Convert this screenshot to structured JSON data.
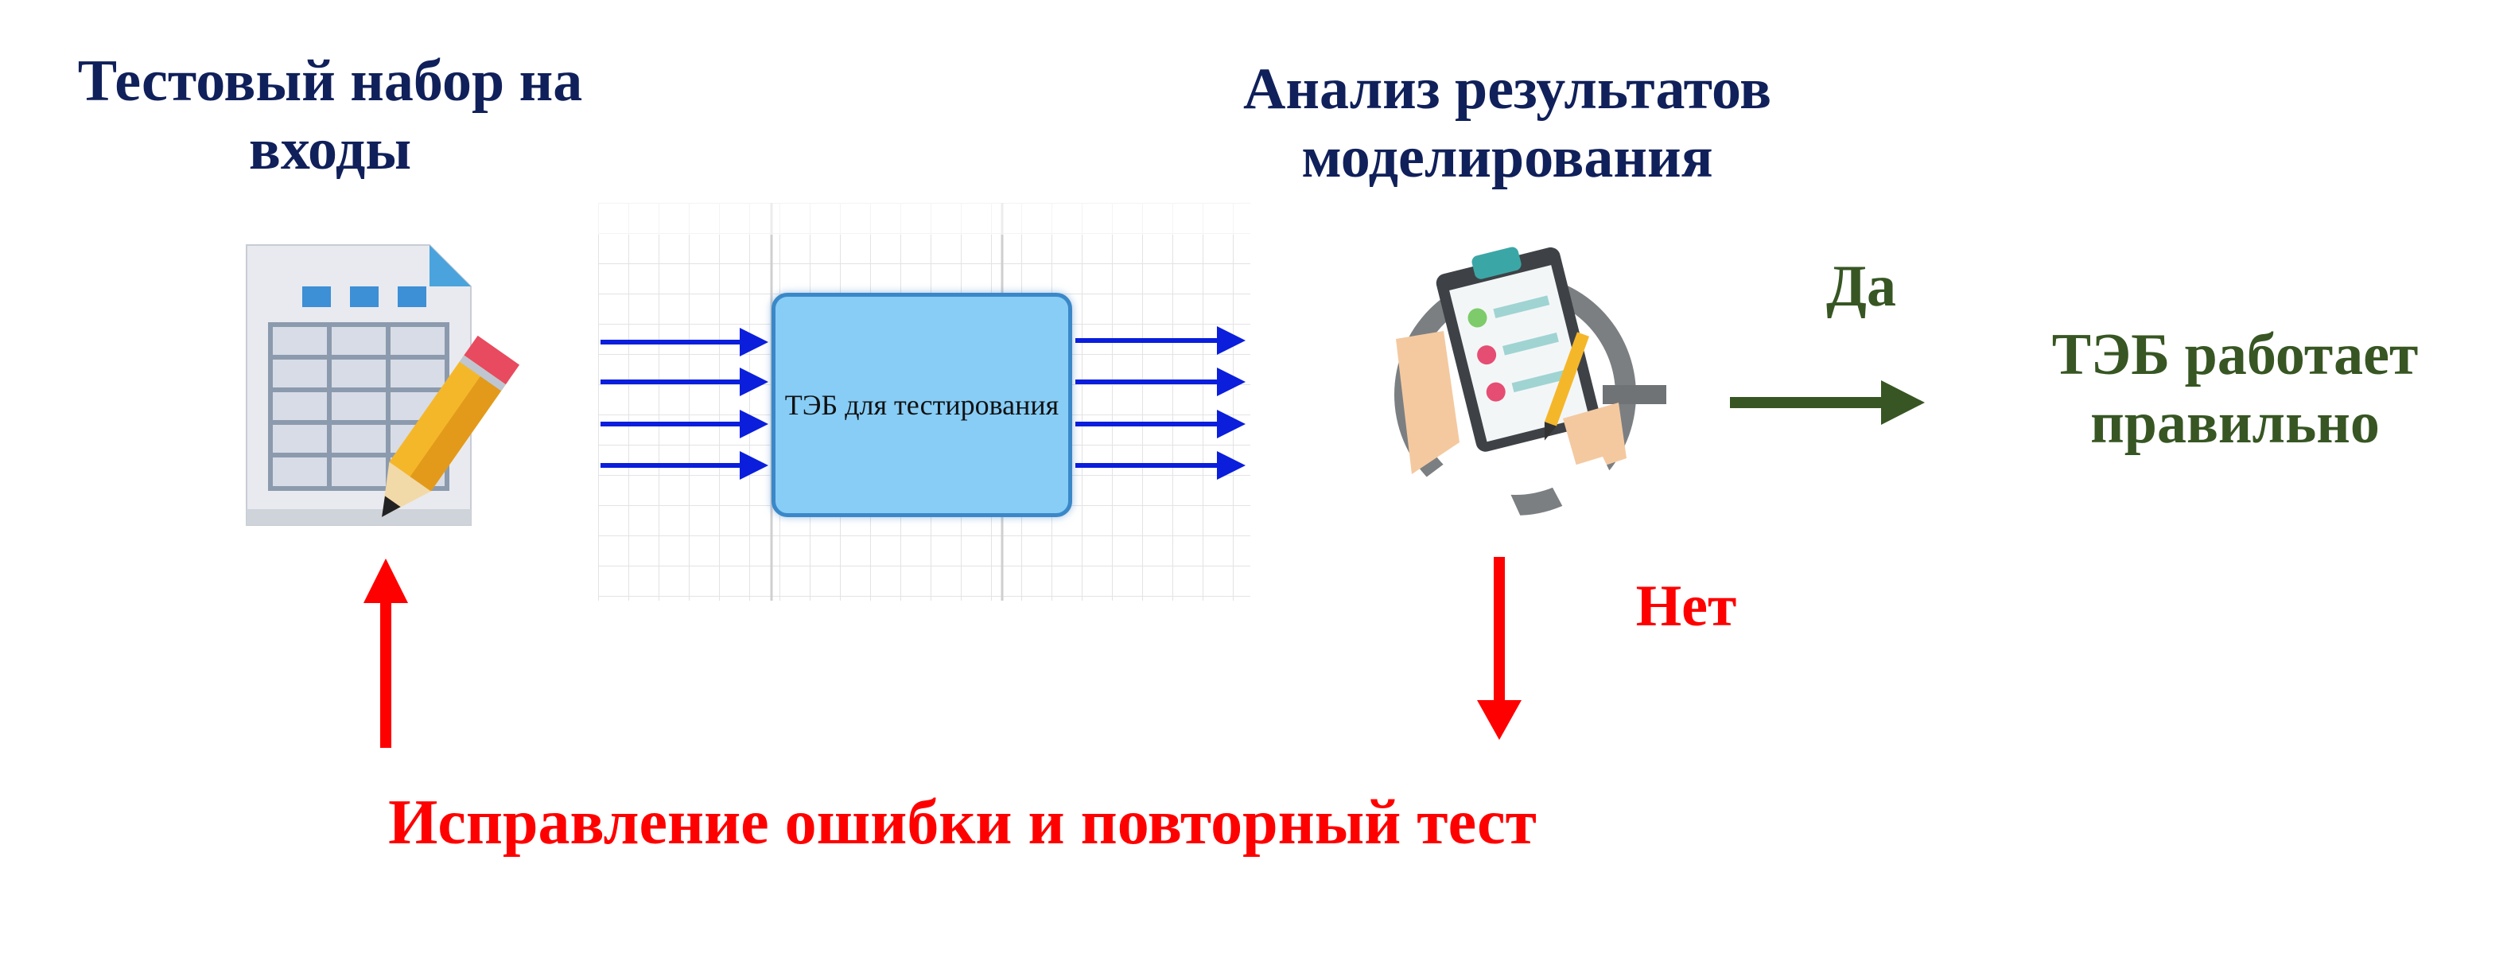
{
  "diagram": {
    "inputs_title": "Тестовый набор на\nвходы",
    "dut_label": "ТЭБ для тестирования",
    "analysis_title": "Анализ результатов\nмоделирования",
    "yes_label": "Да",
    "result_title": "ТЭБ работает\nправильно",
    "no_label": "Нет",
    "fix_title": "Исправление ошибки и повторный тест"
  },
  "colors": {
    "title_navy": "#10205a",
    "success_green": "#375623",
    "error_red": "#ff0000",
    "signal_blue": "#0a1edc",
    "dut_fill": "#87cdf6"
  },
  "icons": {
    "inputs": "spreadsheet-with-pencil-icon",
    "analysis": "clipboard-checklist-icon"
  }
}
